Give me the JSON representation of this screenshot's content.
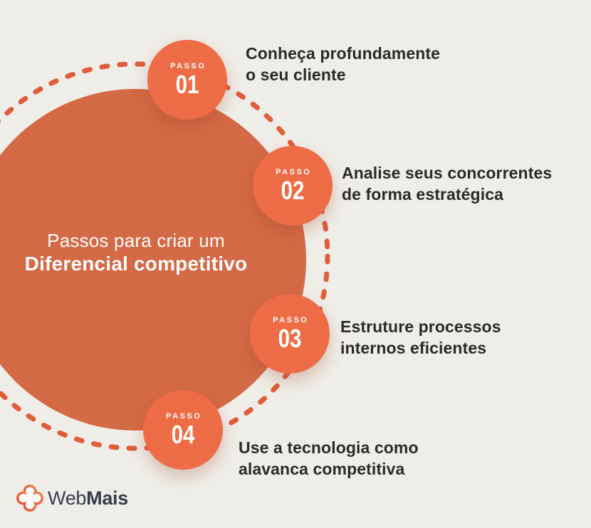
{
  "colors": {
    "background": "#f1efe9",
    "main_circle": "#d56742",
    "badge": "#ef6a43",
    "dashed_ring": "#e25a36",
    "step_text": "#262626",
    "title_text": "#ffffff",
    "logo_text": "#323948",
    "logo_icon_gradient": [
      "#e2482a",
      "#f28a5a"
    ]
  },
  "title": {
    "line1": "Passos para criar um",
    "line2": "Diferencial competitivo"
  },
  "steps": [
    {
      "badge_label": "PASSO",
      "number": "01",
      "description_line1": "Conheça profundamente",
      "description_line2": "o seu cliente"
    },
    {
      "badge_label": "PASSO",
      "number": "02",
      "description_line1": "Analise seus concorrentes",
      "description_line2": "de forma estratégica"
    },
    {
      "badge_label": "PASSO",
      "number": "03",
      "description_line1": "Estruture processos",
      "description_line2": "internos eficientes"
    },
    {
      "badge_label": "PASSO",
      "number": "04",
      "description_line1": "Use a tecnologia como",
      "description_line2": "alavanca competitiva"
    }
  ],
  "footer": {
    "logo": {
      "icon": "quatrefoil-clover-icon",
      "brand_regular": "Web",
      "brand_bold": "Mais"
    }
  }
}
